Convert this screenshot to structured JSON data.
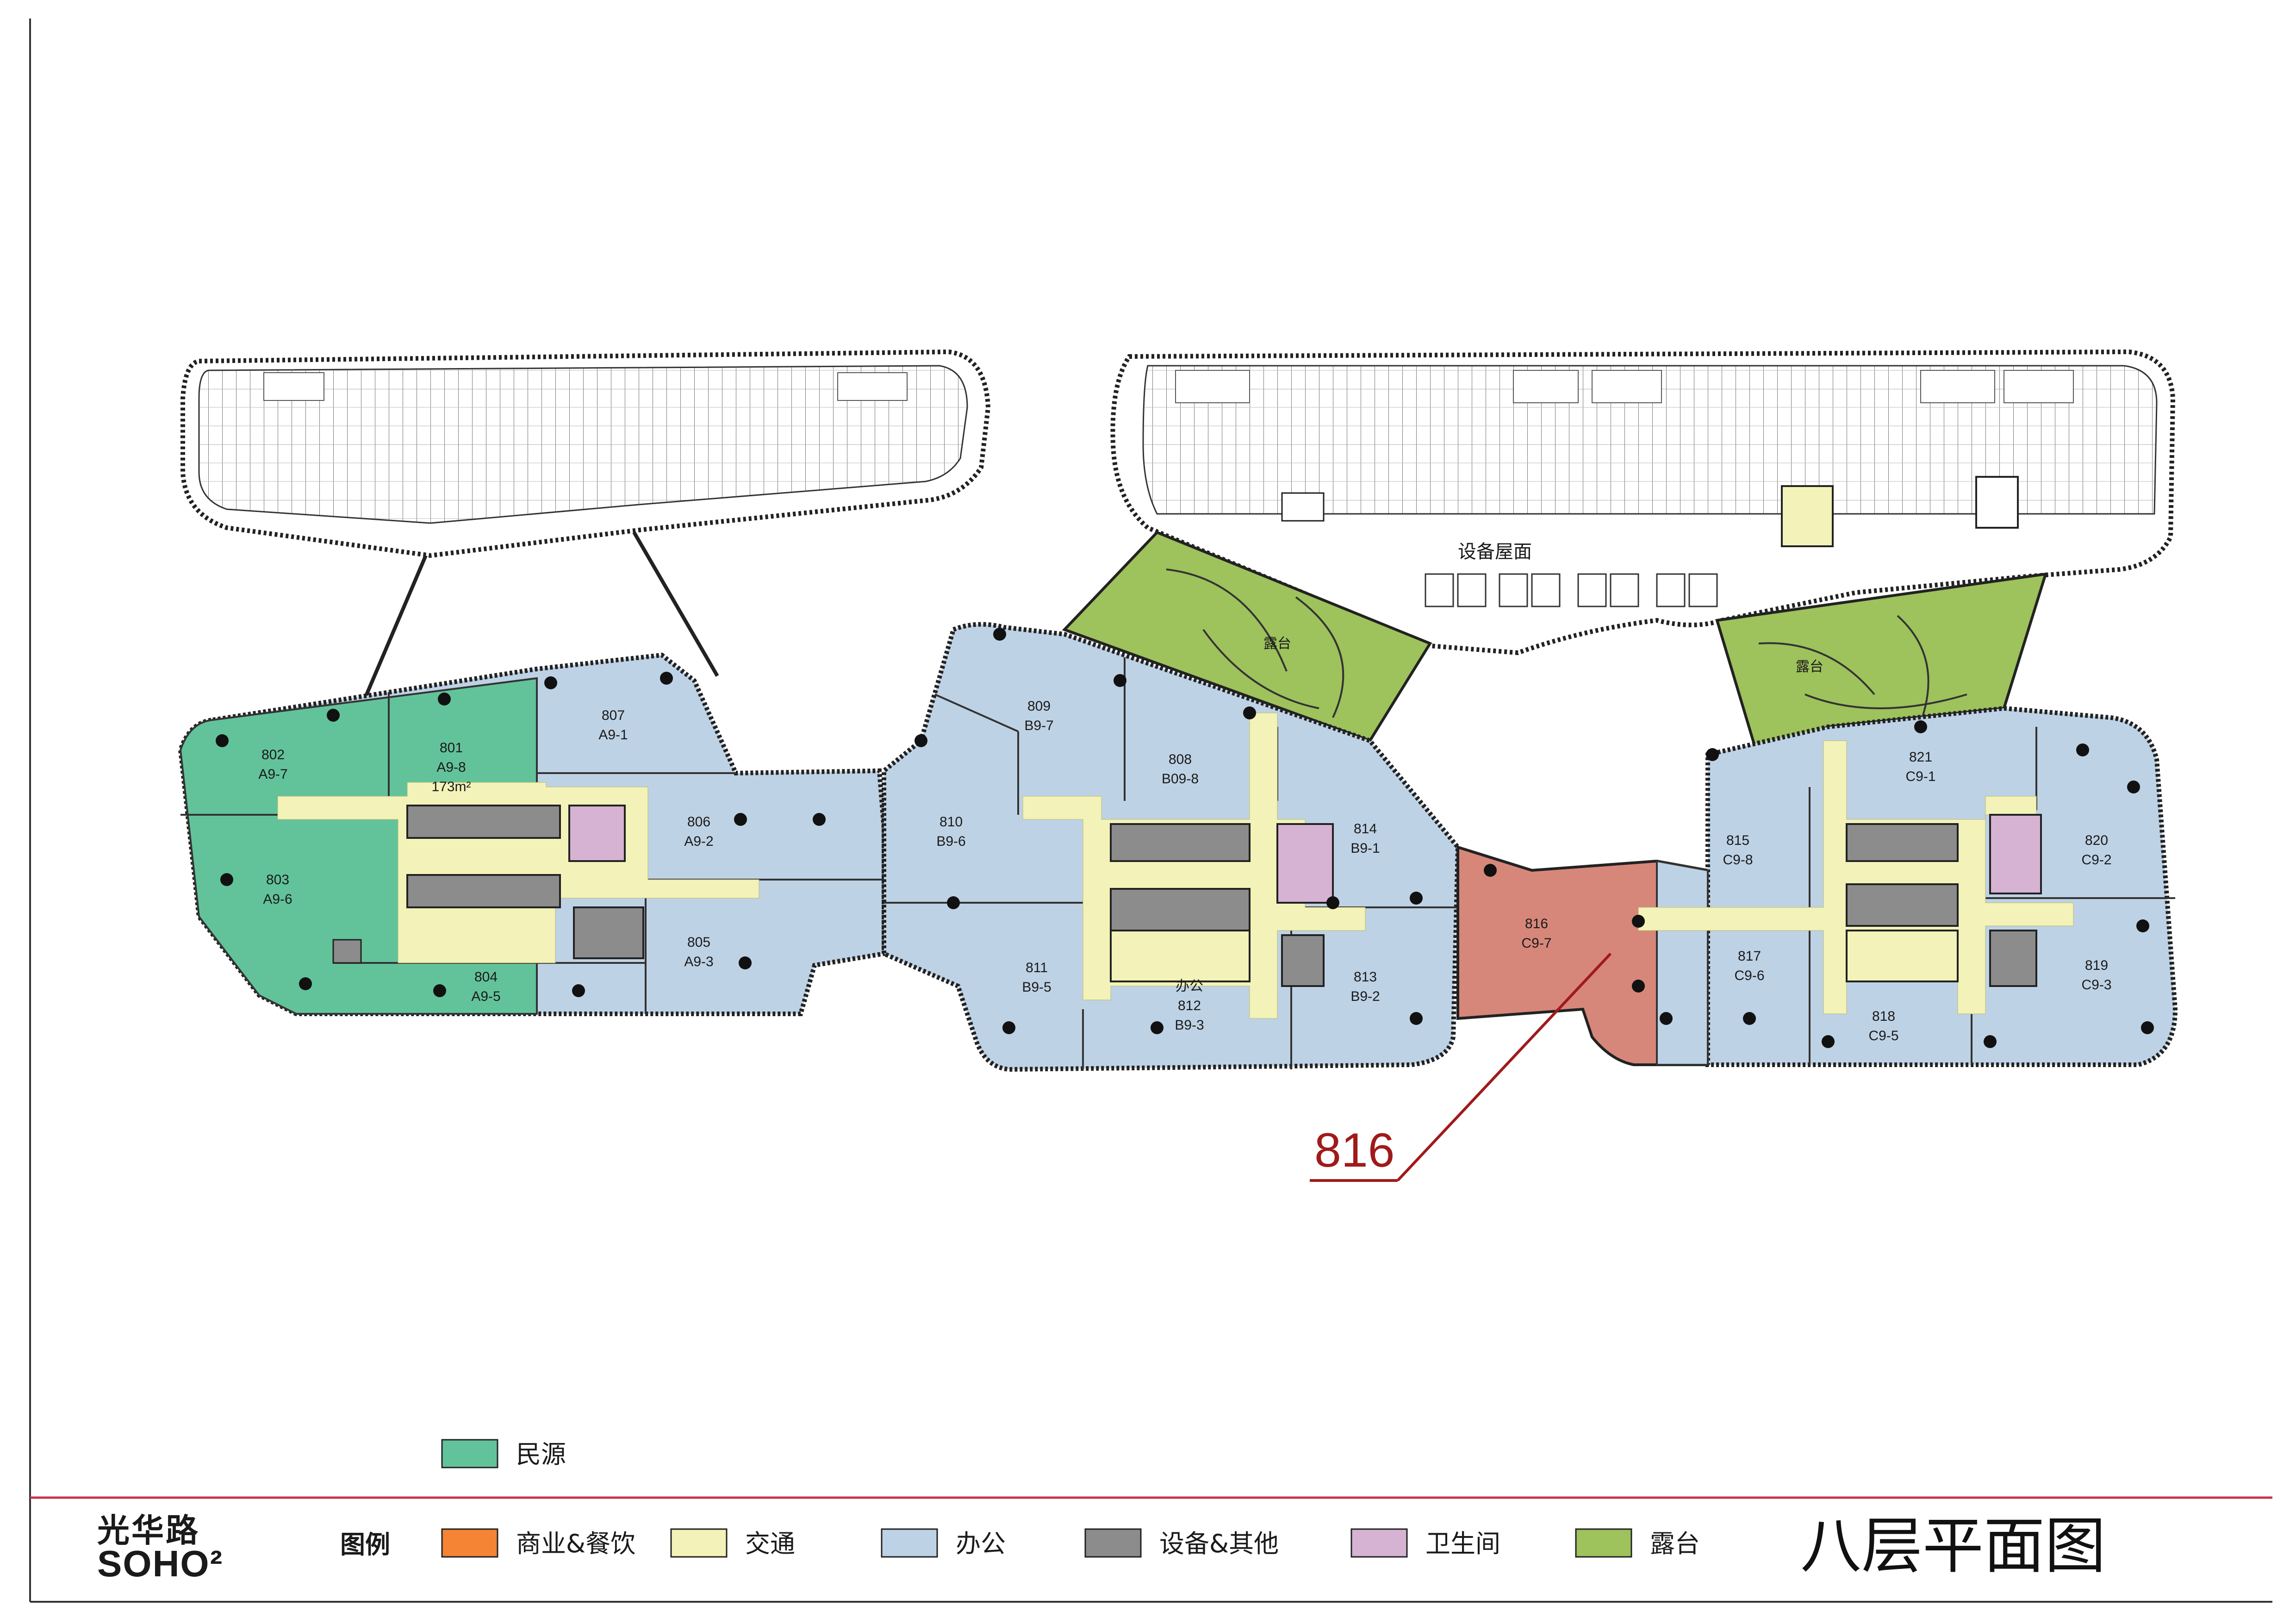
{
  "floor_title": "八层平面图",
  "logo": {
    "line1": "光华路",
    "line2": "SOHO²"
  },
  "callout_unit": "816",
  "roof_label": "设备屋面",
  "terrace_label": "露台",
  "tenant_legend": {
    "label": "民源",
    "color": "#62c39b"
  },
  "legend": {
    "title": "图例",
    "items": [
      {
        "label": "商业&餐饮",
        "color": "#f58435"
      },
      {
        "label": "交通",
        "color": "#f3f2b8"
      },
      {
        "label": "办公",
        "color": "#bed2e5"
      },
      {
        "label": "设备&其他",
        "color": "#8c8c8c"
      },
      {
        "label": "卫生间",
        "color": "#d6b3d2"
      },
      {
        "label": "露台",
        "color": "#9ec25c"
      }
    ]
  },
  "colors": {
    "tenant": "#62c39b",
    "office": "#bed2e5",
    "circulation": "#f3f2b8",
    "equipment": "#8c8c8c",
    "restroom": "#d6b3d2",
    "terrace": "#9ec25c",
    "highlight": "#d6877a",
    "callout": "#a01a1a",
    "footer_rule": "#c8334c"
  },
  "units": [
    {
      "num": "802",
      "code": "A9-7"
    },
    {
      "num": "801",
      "code": "A9-8",
      "area": "173m²"
    },
    {
      "num": "807",
      "code": "A9-1"
    },
    {
      "num": "803",
      "code": "A9-6"
    },
    {
      "num": "806",
      "code": "A9-2"
    },
    {
      "num": "805",
      "code": "A9-3"
    },
    {
      "num": "804",
      "code": "A9-5"
    },
    {
      "num": "809",
      "code": "B9-7"
    },
    {
      "num": "808",
      "code": "B09-8"
    },
    {
      "num": "810",
      "code": "B9-6"
    },
    {
      "num": "814",
      "code": "B9-1"
    },
    {
      "num": "811",
      "code": "B9-5"
    },
    {
      "num": "812",
      "code": "B9-3",
      "use": "办公"
    },
    {
      "num": "813",
      "code": "B9-2"
    },
    {
      "num": "816",
      "code": "C9-7"
    },
    {
      "num": "815",
      "code": "C9-8"
    },
    {
      "num": "821",
      "code": "C9-1"
    },
    {
      "num": "820",
      "code": "C9-2"
    },
    {
      "num": "817",
      "code": "C9-6"
    },
    {
      "num": "818",
      "code": "C9-5"
    },
    {
      "num": "819",
      "code": "C9-3"
    }
  ]
}
